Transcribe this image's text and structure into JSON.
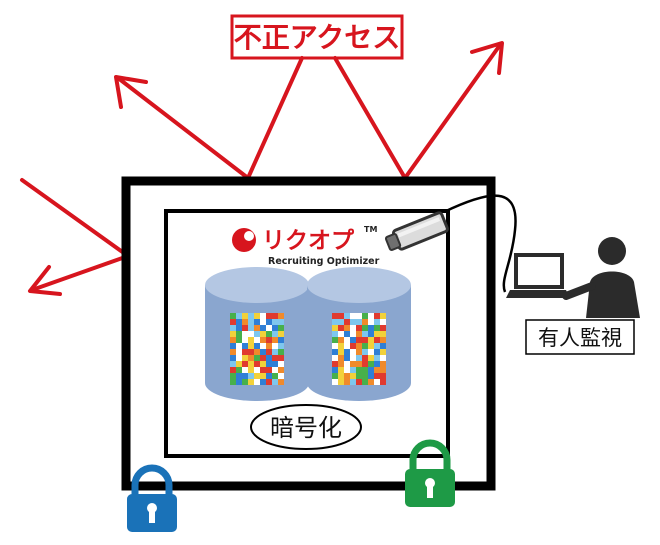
{
  "labels": {
    "unauthorized_access": "不正アクセス",
    "encryption": "暗号化",
    "human_monitoring": "有人監視"
  },
  "logo": {
    "wordmark": "リクオプ",
    "trademark": "TM",
    "subtitle": "Recruiting Optimizer"
  },
  "icons": {
    "lock_left": "padlock-icon",
    "lock_right": "padlock-icon",
    "camera": "security-camera-icon",
    "operator": "person-at-laptop-icon"
  },
  "colors": {
    "attack_red": "#d7151e",
    "db_blue": "#8aa6cf",
    "lock_blue": "#1a72b8",
    "lock_green": "#1e9a46",
    "outline": "#000000"
  }
}
